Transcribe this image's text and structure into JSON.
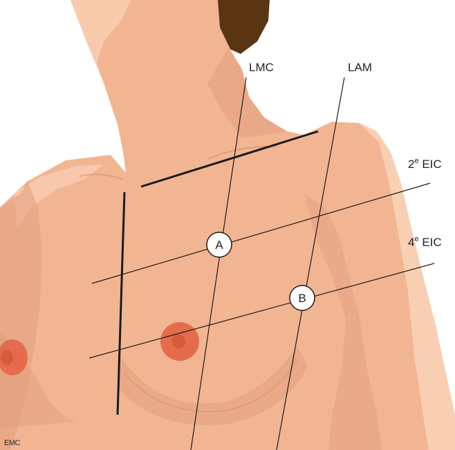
{
  "labels": {
    "lmc": "LMC",
    "lam": "LAM",
    "eic2_num": "2",
    "eic2_sup": "e",
    "eic2_rest": " EIC",
    "eic4_num": "4",
    "eic4_sup": "e",
    "eic4_rest": " EIC"
  },
  "markers": {
    "a": "A",
    "b": "B"
  },
  "credit": "EMC",
  "colors": {
    "skin": "#f2b592",
    "skin_light": "#f8cfb3",
    "skin_shadow": "#e19e7e",
    "skin_deep": "#d88b6c",
    "hair": "#5a3514",
    "areola": "#e46c4d",
    "nipple": "#d95a3a",
    "line": "#1a1a1a"
  }
}
